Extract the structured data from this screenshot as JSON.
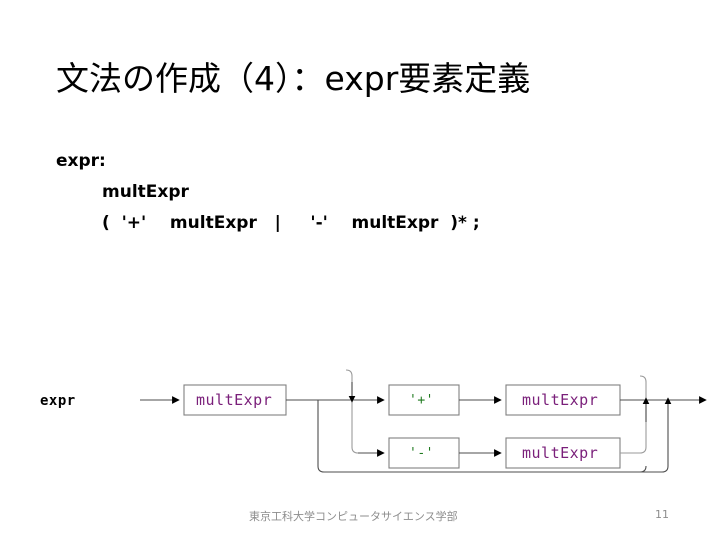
{
  "slide": {
    "title": "文法の作成（4）：expr要素定義",
    "page_number": "11",
    "organization": "東京工科大学コンピュータサイエンス学部"
  },
  "grammar": {
    "rule_name": "expr:",
    "line_1": "multExpr",
    "line_2": "(  '+'    multExpr   |     '-'    multExpr  )* ;"
  },
  "diagram": {
    "rule_label": "expr",
    "box_multexpr_1": "multExpr",
    "token_plus": "'+'",
    "box_multexpr_2": "multExpr",
    "token_minus": "'-'",
    "box_multexpr_3": "multExpr",
    "colors": {
      "rule_text": "#7a1f7a",
      "token_text": "#1f7a1f",
      "box_border": "#808080",
      "line": "#4d4d4d"
    }
  }
}
